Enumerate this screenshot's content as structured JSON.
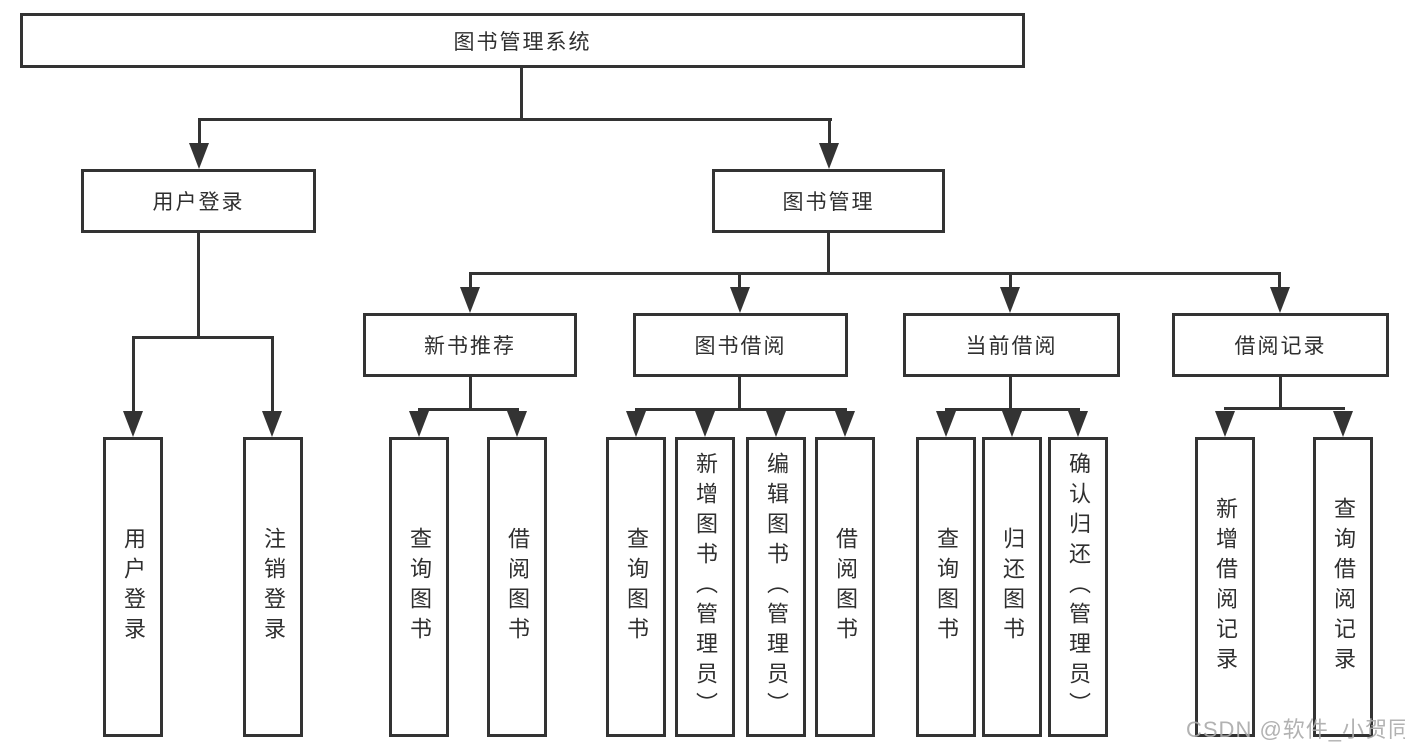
{
  "diagram_type": "functional-structure-tree",
  "tree": {
    "root": {
      "label": "图书管理系统"
    },
    "branches": [
      {
        "label": "用户登录",
        "leaves": [
          {
            "label": "用户登录"
          },
          {
            "label": "注销登录"
          }
        ]
      },
      {
        "label": "图书管理",
        "groups": [
          {
            "label": "新书推荐",
            "leaves": [
              {
                "label": "查询图书"
              },
              {
                "label": "借阅图书"
              }
            ]
          },
          {
            "label": "图书借阅",
            "leaves": [
              {
                "label": "查询图书"
              },
              {
                "label": "新增图书（管理员）"
              },
              {
                "label": "编辑图书（管理员）"
              },
              {
                "label": "借阅图书"
              }
            ]
          },
          {
            "label": "当前借阅",
            "leaves": [
              {
                "label": "查询图书"
              },
              {
                "label": "归还图书"
              },
              {
                "label": "确认归还（管理员）"
              }
            ]
          },
          {
            "label": "借阅记录",
            "leaves": [
              {
                "label": "新增借阅记录"
              },
              {
                "label": "查询借阅记录"
              }
            ]
          }
        ]
      }
    ]
  },
  "watermark": {
    "text": "CSDN @软件_小贺同学"
  },
  "colors": {
    "line": "#333333",
    "box_border": "#333333",
    "box_background": "#ffffff",
    "text": "#2f2f2f",
    "watermark": "#aaaaaa",
    "page_background": "#ffffff"
  }
}
